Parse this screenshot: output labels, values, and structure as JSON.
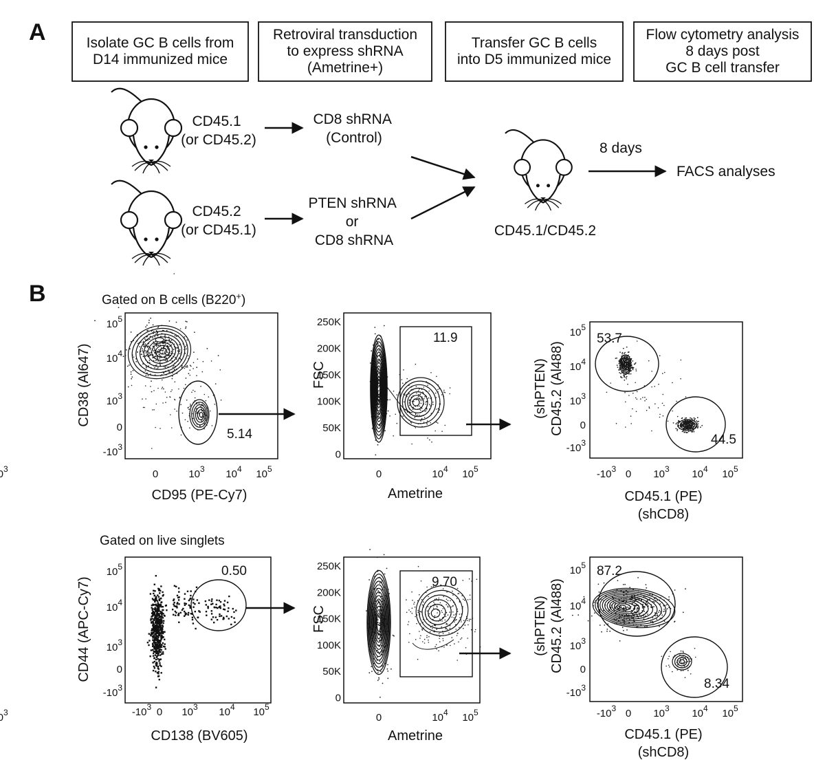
{
  "panel_a": {
    "letter": "A",
    "steps": [
      [
        "Isolate GC B cells from",
        "D14 immunized mice"
      ],
      [
        "Retroviral transduction",
        "to express shRNA",
        "(Ametrine+)"
      ],
      [
        "Transfer GC B cells",
        "into D5 immunized mice"
      ],
      [
        "Flow cytometry analysis",
        "8 days post",
        "GC B cell transfer"
      ]
    ],
    "donor1": [
      "CD45.1",
      "(or CD45.2)"
    ],
    "donor2": [
      "CD45.2",
      "(or CD45.1)"
    ],
    "shrna1": [
      "CD8 shRNA",
      "(Control)"
    ],
    "shrna2": [
      "PTEN shRNA",
      "or",
      "CD8 shRNA"
    ],
    "recipient": "CD45.1/CD45.2",
    "days": "8 days",
    "analysis": "FACS analyses"
  },
  "panel_b": {
    "letter": "B",
    "row1_note": "Gated on B cells (B220",
    "row1_note_sup": "+",
    "row1_note_end": ")",
    "row2_note": "Gated on live singlets",
    "plots": [
      {
        "id": "r1p1",
        "ylabel": [
          "CD38 (Al647)"
        ],
        "xlabel": [
          "CD95 (PE-Cy7)"
        ],
        "gate": "5.14"
      },
      {
        "id": "r1p2",
        "ylabel": [
          "FSC"
        ],
        "xlabel": [
          "Ametrine"
        ],
        "gate": "11.9"
      },
      {
        "id": "r1p3",
        "ylabel": [
          "(shPTEN)",
          "CD45.2 (Al488)"
        ],
        "xlabel": [
          "CD45.1 (PE)",
          "(shCD8)"
        ],
        "gate_top": "53.7",
        "gate_bottom": "44.5"
      },
      {
        "id": "r2p1",
        "ylabel": [
          "CD44 (APC-Cy7)"
        ],
        "xlabel": [
          "CD138 (BV605)"
        ],
        "gate": "0.50"
      },
      {
        "id": "r2p2",
        "ylabel": [
          "FSC"
        ],
        "xlabel": [
          "Ametrine"
        ],
        "gate": "9.70"
      },
      {
        "id": "r2p3",
        "ylabel": [
          "(shPTEN)",
          "CD45.2 (Al488)"
        ],
        "xlabel": [
          "CD45.1 (PE)",
          "(shCD8)"
        ],
        "gate_top": "87.2",
        "gate_bottom": "8.34"
      }
    ],
    "fsc_ticks": [
      "250K",
      "200K",
      "150K",
      "100K",
      "50K",
      "0"
    ]
  }
}
